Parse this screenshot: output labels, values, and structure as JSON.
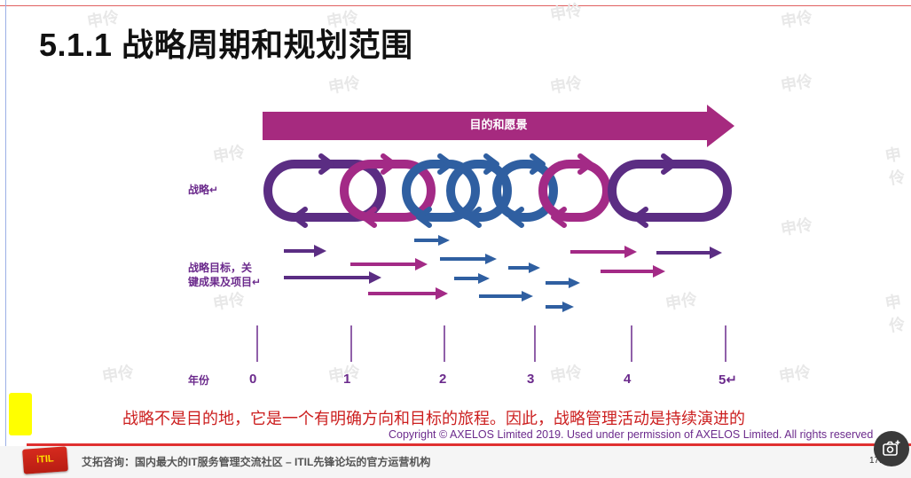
{
  "title": "5.1.1 战略周期和规划范围",
  "purpose_arrow_label": "目的和愿景",
  "row_labels": {
    "strategy": "战略↵",
    "objectives_line1": "战略目标，关",
    "objectives_line2": "键成果及项目↵"
  },
  "year_label": "年份",
  "years": [
    "0",
    "1",
    "2",
    "3",
    "4",
    "5↵"
  ],
  "caption": "战略不是目的地，它是一个有明确方向和目标的旅程。因此，战略管理活动是持续演进的",
  "copyright": "Copyright © AXELOS Limited 2019. Used under permission of AXELOS Limited. All rights reserved",
  "footer": "艾拓咨询：国内最大的IT服务管理交流社区 – ITIL先锋论坛的官方运营机构",
  "page_number": "171",
  "logo_text": "iTIL",
  "watermark_text": "申伶",
  "colors": {
    "purple": "#5b2d83",
    "magenta": "#a32a86",
    "blue": "#2f5fa1",
    "arrow_band": "#a62a7f",
    "caption": "#cc1f1f",
    "label": "#6b2a8c"
  },
  "icons": {
    "screenshot_button": "camera-plus-icon"
  }
}
